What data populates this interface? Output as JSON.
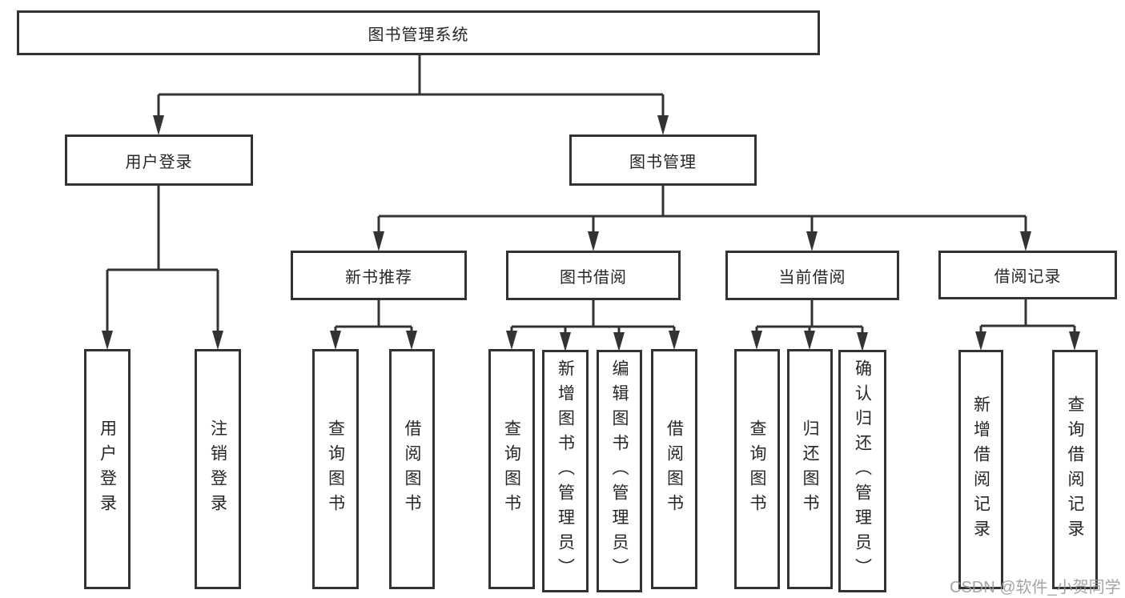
{
  "diagram": {
    "root": {
      "label": "图书管理系统"
    },
    "level2": [
      {
        "label": "用户登录"
      },
      {
        "label": "图书管理"
      }
    ],
    "level3": [
      {
        "label": "新书推荐",
        "parent": "图书管理"
      },
      {
        "label": "图书借阅",
        "parent": "图书管理"
      },
      {
        "label": "当前借阅",
        "parent": "图书管理"
      },
      {
        "label": "借阅记录",
        "parent": "图书管理"
      }
    ],
    "leaves": [
      {
        "label": "用户登录",
        "parent": "用户登录"
      },
      {
        "label": "注销登录",
        "parent": "用户登录"
      },
      {
        "label": "查询图书",
        "parent": "新书推荐"
      },
      {
        "label": "借阅图书",
        "parent": "新书推荐"
      },
      {
        "label": "查询图书",
        "parent": "图书借阅"
      },
      {
        "label": "新增图书（管理员）",
        "parent": "图书借阅"
      },
      {
        "label": "编辑图书（管理员）",
        "parent": "图书借阅"
      },
      {
        "label": "借阅图书",
        "parent": "图书借阅"
      },
      {
        "label": "查询图书",
        "parent": "当前借阅"
      },
      {
        "label": "归还图书",
        "parent": "当前借阅"
      },
      {
        "label": "确认归还（管理员）",
        "parent": "当前借阅"
      },
      {
        "label": "新增借阅记录",
        "parent": "借阅记录"
      },
      {
        "label": "查询借阅记录",
        "parent": "借阅记录"
      }
    ]
  },
  "watermark": {
    "text": "CSDN @软件_小贺同学"
  },
  "colors": {
    "line": "#333333",
    "text": "#262626",
    "background": "#ffffff",
    "watermark_gray": "#9b9b9b"
  }
}
